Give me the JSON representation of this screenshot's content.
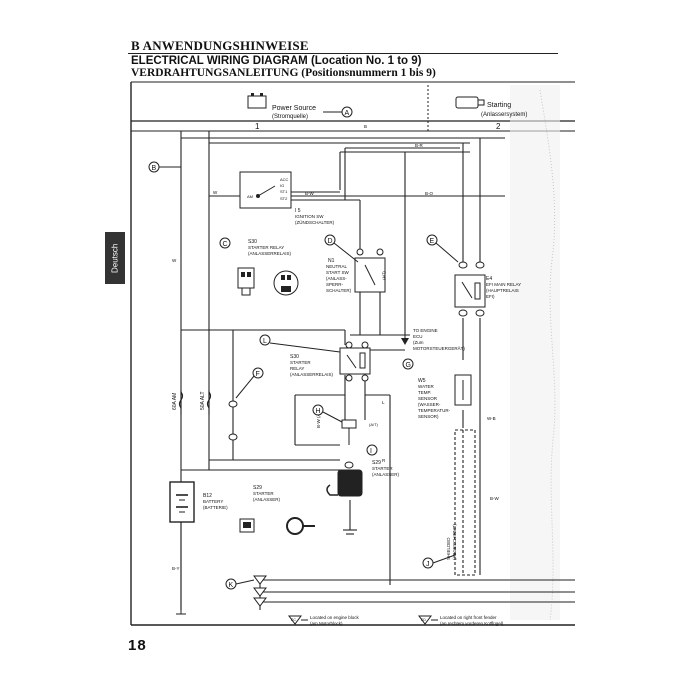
{
  "header": {
    "section": "B  ANWENDUNGSHINWEISE",
    "title_en": "ELECTRICAL WIRING DIAGRAM (Location No. 1 to 9)",
    "title_de": "VERDRAHTUNGSANLEITUNG (Positionsnummern 1 bis 9)"
  },
  "side_tab": "Deutsch",
  "page_number": "18",
  "diagram": {
    "power_source": "Power Source",
    "power_source_de": "(Stromquelle)",
    "power_marker": "A",
    "starting": "Starting",
    "starting_de": "(Anlassersystem)",
    "columns": [
      "1",
      "2"
    ],
    "markers": [
      "B",
      "C",
      "D",
      "E",
      "F",
      "G",
      "H",
      "I",
      "J",
      "K"
    ],
    "ignition": {
      "terminals": [
        "ACC",
        "IG",
        "ST1",
        "ST2"
      ],
      "am": "AM",
      "pins": [
        "3",
        "2",
        "1"
      ],
      "code": "I  5",
      "name": "IGNITION SW",
      "name_de": "(ZÜNDSCHALTER)"
    },
    "starter_relay_c": {
      "code": "S30",
      "name": "STARTER RELAY",
      "name_de": "(ANLASSERRELAIS)"
    },
    "neutral_sw": {
      "code": "N1",
      "lines": [
        "NEUTRAL",
        "START SW",
        "(ANLASS-",
        "SPERR-",
        "SCHALTER)"
      ],
      "note": "(A/T)"
    },
    "efi_relay": {
      "code": "E4",
      "lines": [
        "EFI MAIN RELAY",
        "(HAUPTRELAIS",
        "EFI)"
      ]
    },
    "engine_ecu": {
      "line1": "TO ENGINE",
      "line2": "ECU",
      "line3": "(Zum",
      "line4": "MOTORSTEUERGERÄT)"
    },
    "starter_relay_l": {
      "code": "S30",
      "lines": [
        "STARTER",
        "RELAY",
        "(ANLASSERRELAIS)"
      ]
    },
    "water_sensor": {
      "code": "W5",
      "lines": [
        "WATER",
        "TEMP.",
        "SENSOR",
        "(WASSER-",
        "TEMPERATUR-",
        "SENSOR)"
      ]
    },
    "starter": {
      "code": "S29",
      "name": "STARTER",
      "name_de": "(ANLASSER)"
    },
    "starter_left": {
      "code": "S29",
      "name": "STARTER",
      "name_de": "(ANLASSER)"
    },
    "battery": {
      "code": "B12",
      "name": "BATTERY",
      "name_de": "(BATTERIE)"
    },
    "fuses": [
      "60A  AM",
      "50A  ALT"
    ],
    "shielded": [
      "SHIELDED",
      "(ABGESCHIRMT)"
    ],
    "wire_codes": [
      "W",
      "B",
      "B-W",
      "B-O",
      "B-R",
      "W-B",
      "B-Y",
      "L",
      "R",
      "B-W (A/T)",
      "W",
      "B-W",
      "(A/T)"
    ],
    "legend": [
      {
        "ground": "EC",
        "text": "Located on engine block",
        "text_de": "(am Motorblock)"
      },
      {
        "ground": "ED",
        "text": "Located on right front fender",
        "text_de": "(an rechtem vorderen Kotflügel)"
      }
    ]
  }
}
